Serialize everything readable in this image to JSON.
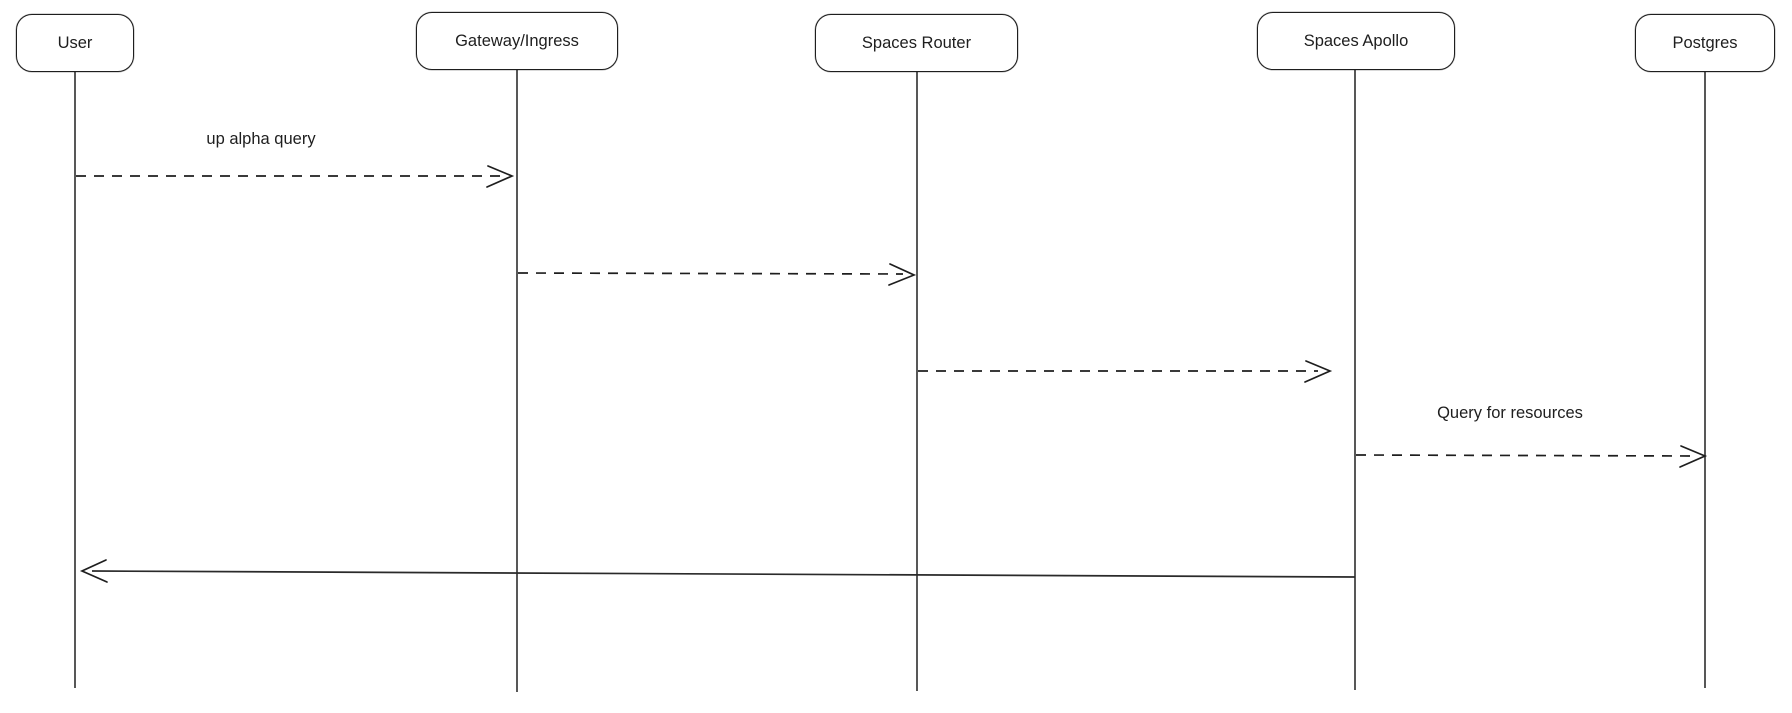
{
  "diagram": {
    "type": "sequence-diagram",
    "background_color": "#ffffff",
    "stroke_color": "#1e1e1e",
    "actors": [
      {
        "id": "user",
        "label": "User"
      },
      {
        "id": "gateway-ingress",
        "label": "Gateway/Ingress"
      },
      {
        "id": "spaces-router",
        "label": "Spaces Router"
      },
      {
        "id": "spaces-apollo",
        "label": "Spaces Apollo"
      },
      {
        "id": "postgres",
        "label": "Postgres"
      }
    ],
    "messages": [
      {
        "from": "User",
        "to": "Gateway/Ingress",
        "label": "up alpha query",
        "line_style": "dashed"
      },
      {
        "from": "Gateway/Ingress",
        "to": "Spaces Router",
        "label": "",
        "line_style": "dashed"
      },
      {
        "from": "Spaces Router",
        "to": "Spaces Apollo",
        "label": "",
        "line_style": "dashed"
      },
      {
        "from": "Spaces Apollo",
        "to": "Postgres",
        "label": "Query for resources",
        "line_style": "dashed"
      },
      {
        "from": "Spaces Apollo",
        "to": "User",
        "label": "",
        "line_style": "solid"
      }
    ]
  }
}
